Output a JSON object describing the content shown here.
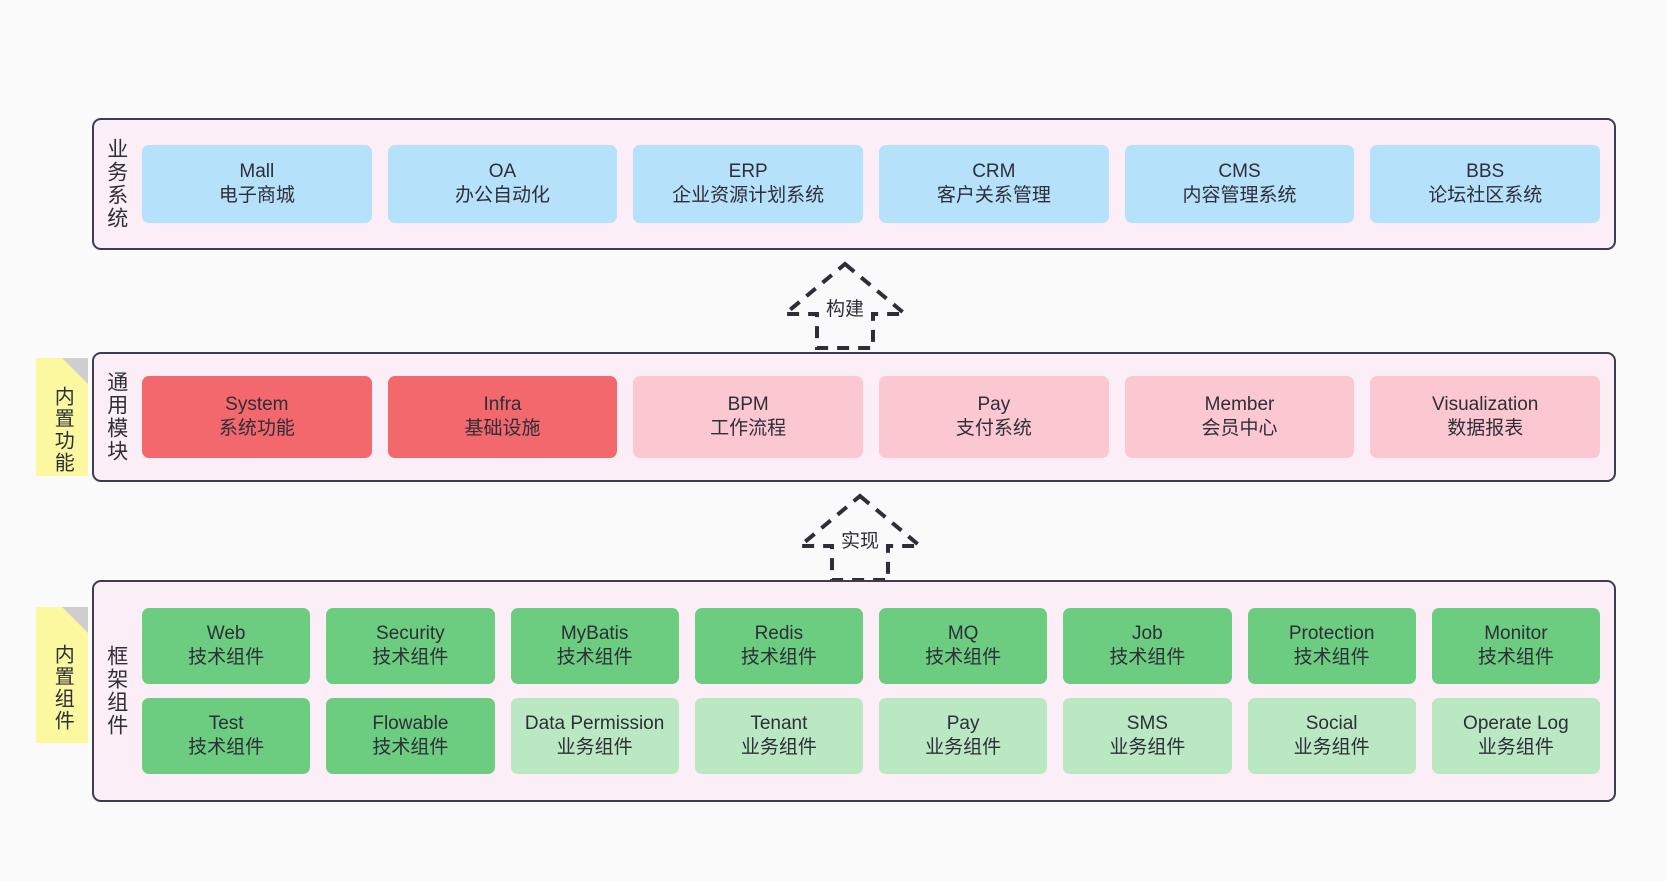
{
  "diagram": {
    "background": "#fafafa",
    "colors": {
      "panel_bg": "#fbeef6",
      "panel_border": "#3d3d4e",
      "blue": "#b5e1fb",
      "red": "#f2686c",
      "pink": "#fbc8d2",
      "green": "#6ccd80",
      "light_green": "#b9e8c2",
      "note_yellow": "#fbf8a0",
      "note_fold": "#cfcfcf"
    }
  },
  "layers": {
    "business": {
      "label": "业务系统",
      "cards": [
        {
          "en": "Mall",
          "cn": "电子商城",
          "color": "blue"
        },
        {
          "en": "OA",
          "cn": "办公自动化",
          "color": "blue"
        },
        {
          "en": "ERP",
          "cn": "企业资源计划系统",
          "color": "blue"
        },
        {
          "en": "CRM",
          "cn": "客户关系管理",
          "color": "blue"
        },
        {
          "en": "CMS",
          "cn": "内容管理系统",
          "color": "blue"
        },
        {
          "en": "BBS",
          "cn": "论坛社区系统",
          "color": "blue"
        }
      ]
    },
    "common": {
      "label": "通用模块",
      "note": "内置功能",
      "cards": [
        {
          "en": "System",
          "cn": "系统功能",
          "color": "red"
        },
        {
          "en": "Infra",
          "cn": "基础设施",
          "color": "red"
        },
        {
          "en": "BPM",
          "cn": "工作流程",
          "color": "pink"
        },
        {
          "en": "Pay",
          "cn": "支付系统",
          "color": "pink"
        },
        {
          "en": "Member",
          "cn": "会员中心",
          "color": "pink"
        },
        {
          "en": "Visualization",
          "cn": "数据报表",
          "color": "pink"
        }
      ]
    },
    "framework": {
      "label": "框架组件",
      "note": "内置组件",
      "row1": [
        {
          "en": "Web",
          "cn": "技术组件",
          "color": "green"
        },
        {
          "en": "Security",
          "cn": "技术组件",
          "color": "green"
        },
        {
          "en": "MyBatis",
          "cn": "技术组件",
          "color": "green"
        },
        {
          "en": "Redis",
          "cn": "技术组件",
          "color": "green"
        },
        {
          "en": "MQ",
          "cn": "技术组件",
          "color": "green"
        },
        {
          "en": "Job",
          "cn": "技术组件",
          "color": "green"
        },
        {
          "en": "Protection",
          "cn": "技术组件",
          "color": "green"
        },
        {
          "en": "Monitor",
          "cn": "技术组件",
          "color": "green"
        }
      ],
      "row2": [
        {
          "en": "Test",
          "cn": "技术组件",
          "color": "green"
        },
        {
          "en": "Flowable",
          "cn": "技术组件",
          "color": "green"
        },
        {
          "en": "Data Permission",
          "cn": "业务组件",
          "color": "light_green"
        },
        {
          "en": "Tenant",
          "cn": "业务组件",
          "color": "light_green"
        },
        {
          "en": "Pay",
          "cn": "业务组件",
          "color": "light_green"
        },
        {
          "en": "SMS",
          "cn": "业务组件",
          "color": "light_green"
        },
        {
          "en": "Social",
          "cn": "业务组件",
          "color": "light_green"
        },
        {
          "en": "Operate Log",
          "cn": "业务组件",
          "color": "light_green"
        }
      ]
    }
  },
  "connectors": [
    {
      "label": "构建",
      "from": "common",
      "to": "business"
    },
    {
      "label": "实现",
      "from": "framework",
      "to": "common"
    }
  ]
}
